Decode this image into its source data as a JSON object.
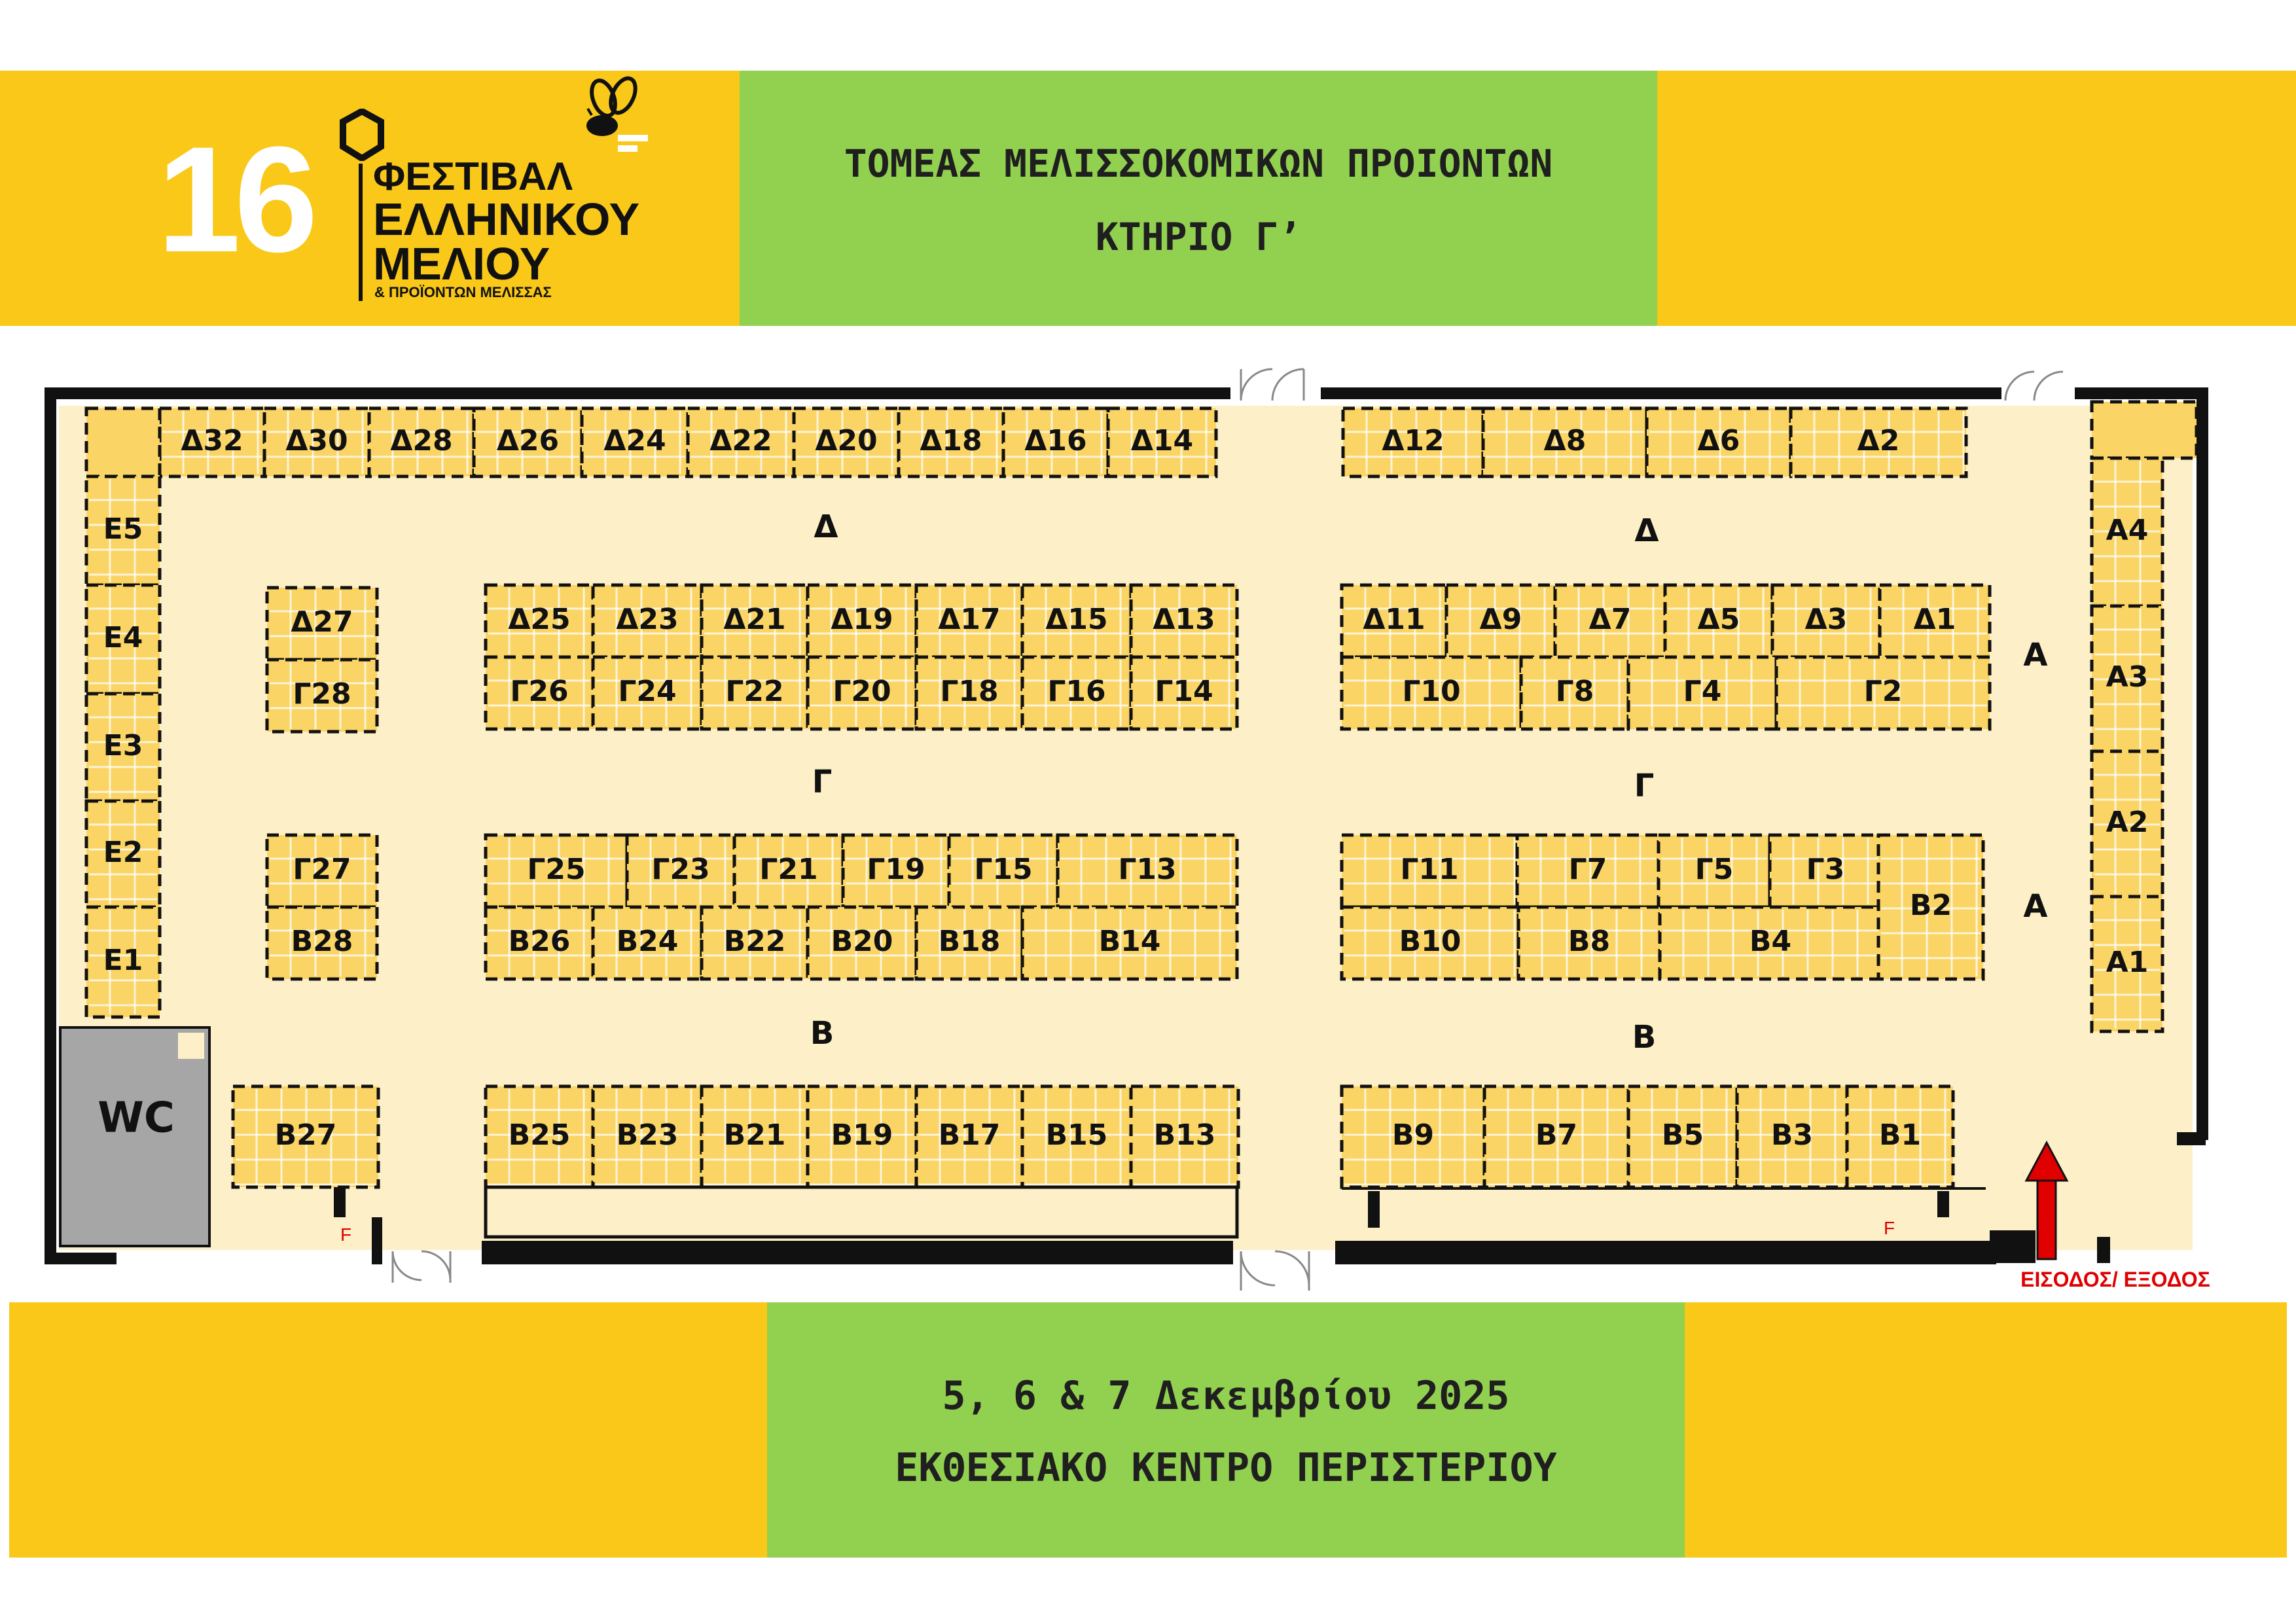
{
  "header": {
    "logo_number": "16",
    "logo_line1": "ΦΕΣΤΙΒΑΛ",
    "logo_line2": "ΕΛΛΗΝΙΚΟΥ",
    "logo_line3": "ΜΕΛΙΟΥ",
    "logo_line4": "& ΠΡΟΪΟΝΤΩΝ ΜΕΛΙΣΣΑΣ",
    "title": "ΤΟΜΕΑΣ ΜΕΛΙΣΣΟΚΟΜΙΚΩΝ ΠΡΟΙΟΝΤΩΝ",
    "subtitle": "ΚΤΗΡΙΟ Γ’"
  },
  "footer": {
    "dates": "5, 6 & 7 Δεκεμβρίου 2025",
    "venue": "ΕΚΘΕΣΙΑΚΟ ΚΕΝΤΡΟ ΠΕΡΙΣΤΕΡΙΟΥ"
  },
  "floor": {
    "wc_label": "WC",
    "entrance_label": "ΕΙΣΟΔΟΣ/ ΕΞΟΔΟΣ",
    "extinguisher": "F",
    "aisles": [
      "Δ",
      "Δ",
      "Γ",
      "Γ",
      "Β",
      "Β",
      "Α",
      "Α"
    ],
    "colors": {
      "stall": "#fad464",
      "floor": "#fdf0c8",
      "wc": "#a6a6a6",
      "arrow": "#e00000",
      "yellow": "#f9c818",
      "green": "#92d050"
    },
    "stalls": {
      "top_left": [
        "Δ32",
        "Δ30",
        "Δ28",
        "Δ26",
        "Δ24",
        "Δ22",
        "Δ20",
        "Δ18",
        "Δ16",
        "Δ14"
      ],
      "top_right": [
        "Δ12",
        "Δ8",
        "Δ6",
        "Δ2"
      ],
      "row1_left_top": [
        "Δ25",
        "Δ23",
        "Δ21",
        "Δ19",
        "Δ17",
        "Δ15",
        "Δ13"
      ],
      "row1_left_bottom": [
        "Γ26",
        "Γ24",
        "Γ22",
        "Γ20",
        "Γ18",
        "Γ16",
        "Γ14"
      ],
      "row1_small": [
        "Δ27",
        "Γ28"
      ],
      "row1_right_top": [
        "Δ11",
        "Δ9",
        "Δ7",
        "Δ5",
        "Δ3",
        "Δ1"
      ],
      "row1_right_bottom": [
        "Γ10",
        "Γ8",
        "Γ4",
        "Γ2"
      ],
      "row2_small": [
        "Γ27",
        "Β28"
      ],
      "row2_left_top": [
        "Γ25",
        "Γ23",
        "Γ21",
        "Γ19",
        "Γ15",
        "Γ13"
      ],
      "row2_left_bottom": [
        "Β26",
        "Β24",
        "Β22",
        "Β20",
        "Β18",
        "Β14"
      ],
      "row2_right_top": [
        "Γ11",
        "Γ7",
        "Γ5",
        "Γ3"
      ],
      "row2_right_bottom": [
        "Β10",
        "Β8",
        "Β4"
      ],
      "row2_right_side": "Β2",
      "bottom_small": "Β27",
      "bottom_left": [
        "Β25",
        "Β23",
        "Β21",
        "Β19",
        "Β17",
        "Β15",
        "Β13"
      ],
      "bottom_right": [
        "Β9",
        "Β7",
        "Β5",
        "Β3",
        "Β1"
      ],
      "left_column": [
        "Ε5",
        "Ε4",
        "Ε3",
        "Ε2",
        "Ε1"
      ],
      "right_column": [
        "Α4",
        "Α3",
        "Α2",
        "Α1"
      ]
    }
  }
}
